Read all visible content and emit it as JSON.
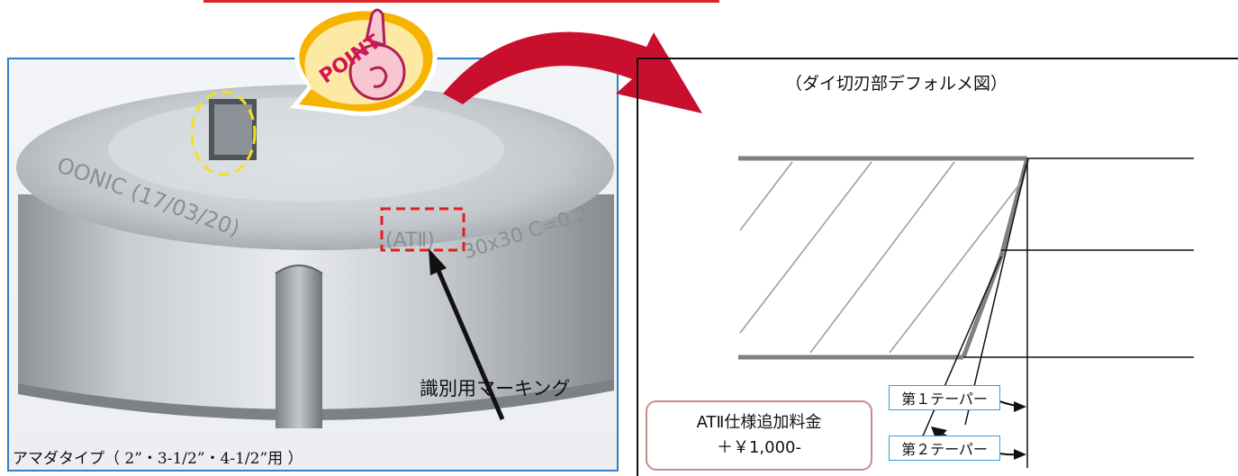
{
  "caption": "アマダタイプ（ 2”・3-1/2”・4-1/2”用 ）",
  "marking_label": "識別用マーキング",
  "die_engraving": {
    "maker_date": "OONIC (17/03/20)",
    "code": "(ATⅡ)",
    "size": "30x30 C=0.2"
  },
  "badge_text": "POINT",
  "diagram_title": "（ダイ切刃部デフォルメ図）",
  "taper_labels": [
    "第１テーパー",
    "第２テーパー"
  ],
  "price_box": {
    "line1": "ATⅡ仕様追加料金",
    "line2": "＋￥1,000-"
  },
  "colors": {
    "frame_blue": "#2f7fc4",
    "highlight_yellow": "#f2e21b",
    "marking_red": "#e02020",
    "arrow_red": "#c8102e",
    "taper_label_border": "#2f9fe0",
    "price_box_border": "#c98a8a"
  }
}
